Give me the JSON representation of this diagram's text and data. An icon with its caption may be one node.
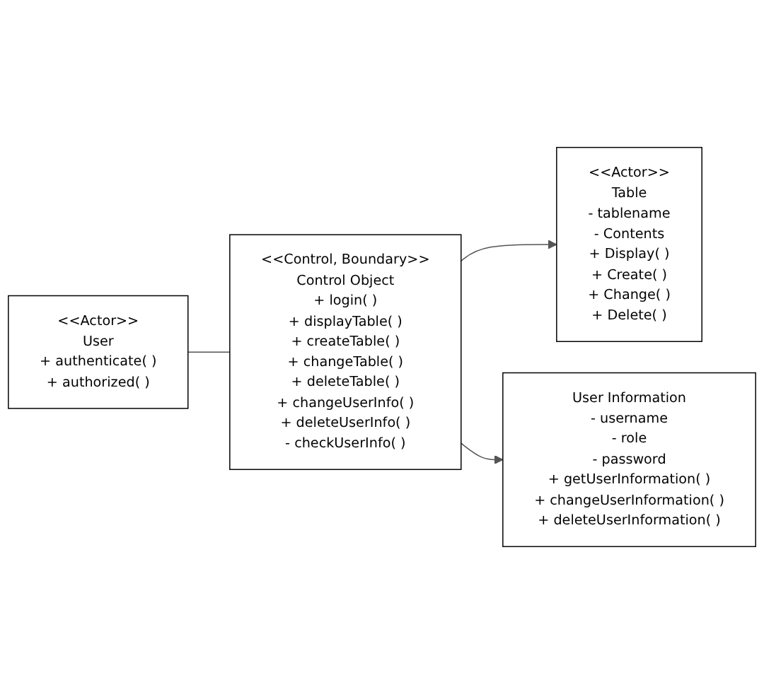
{
  "diagram": {
    "nodes": [
      {
        "text": [
          "<<Actor>>",
          "User",
          "+ authenticate( )",
          "+ authorized( )"
        ]
      },
      {
        "text": [
          "<<Control, Boundary>>",
          "Control Object",
          "+ login( )",
          "+ displayTable( )",
          "+ createTable( )",
          "+ changeTable( )",
          "+ deleteTable( )",
          "+ changeUserInfo( )",
          "+ deleteUserInfo( )",
          "- checkUserInfo( )"
        ]
      },
      {
        "text": [
          "<<Actor>>",
          "Table",
          "- tablename",
          "- Contents",
          "+ Display( )",
          "+ Create( )",
          "+ Change( )",
          "+ Delete( )"
        ]
      },
      {
        "text": [
          "User Information",
          "- username",
          "- role",
          "- password",
          "+ getUserInformation( )",
          "+ changeUserInformation( )",
          "+ deleteUserInformation( )"
        ]
      }
    ],
    "edges": [
      {
        "from": 0,
        "to": 1,
        "arrow": "none"
      },
      {
        "from": 1,
        "to": 2,
        "arrow": "to"
      },
      {
        "from": 1,
        "to": 3,
        "arrow": "to"
      }
    ]
  }
}
